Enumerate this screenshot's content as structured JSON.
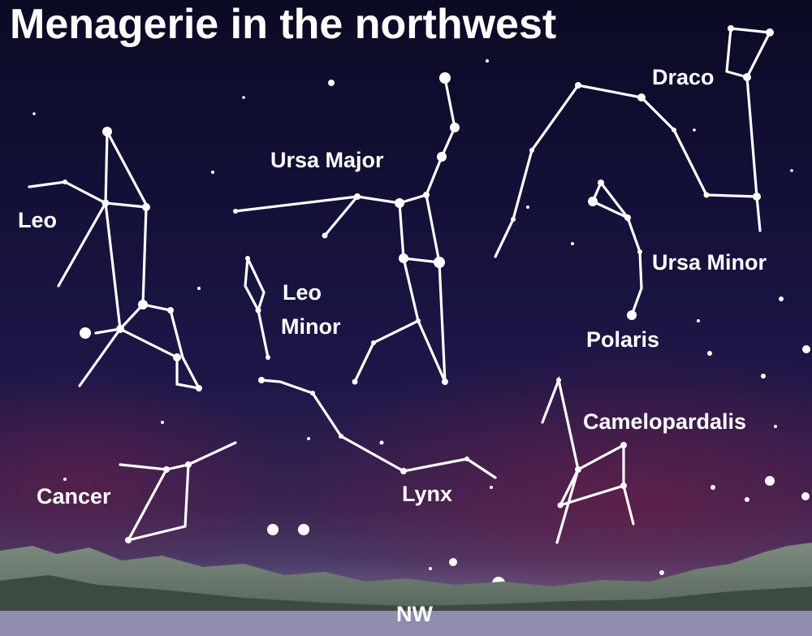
{
  "title": "Menagerie in the northwest",
  "constellations": {
    "leo": "Leo",
    "ursa_major": "Ursa Major",
    "leo_minor_line1": "Leo",
    "leo_minor_line2": "Minor",
    "draco": "Draco",
    "ursa_minor": "Ursa Minor",
    "polaris": "Polaris",
    "camelopardalis": "Camelopardalis",
    "cancer": "Cancer",
    "lynx": "Lynx"
  },
  "direction": "NW",
  "colors": {
    "lines": "#ffffff",
    "labels": "#ffffff",
    "sky_top": "#0b0a24",
    "sky_horizon": "#8a86a8",
    "treeline": "#5f6b62"
  }
}
